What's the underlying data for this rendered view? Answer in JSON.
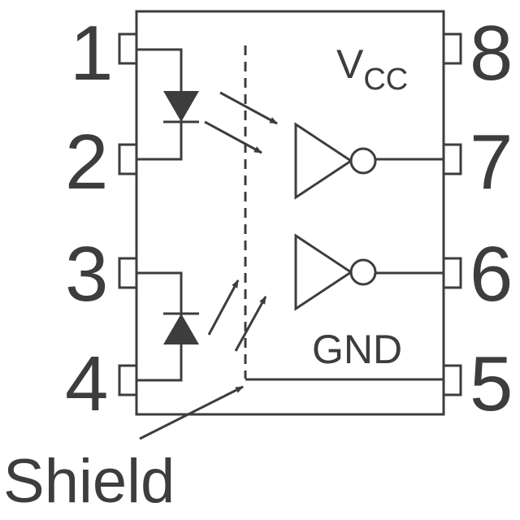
{
  "pins": {
    "p1": "1",
    "p2": "2",
    "p3": "3",
    "p4": "4",
    "p5": "5",
    "p6": "6",
    "p7": "7",
    "p8": "8"
  },
  "labels": {
    "vcc_main": "V",
    "vcc_sub": "CC",
    "gnd": "GND",
    "shield": "Shield"
  },
  "colors": {
    "stroke": "#3d3d3d",
    "fill": "#3d3d3d",
    "background": "#ffffff"
  }
}
